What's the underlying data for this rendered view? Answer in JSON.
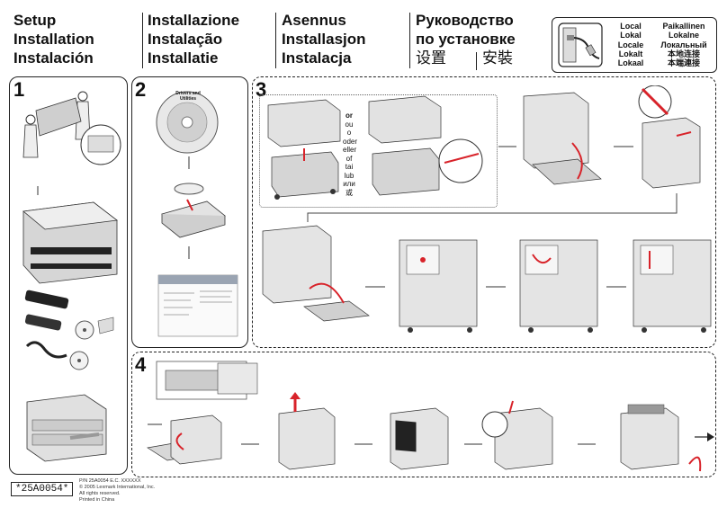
{
  "titles": {
    "col1": [
      "Setup",
      "Installation",
      "Instalación"
    ],
    "col2": [
      "Installazione",
      "Instalação",
      "Installatie"
    ],
    "col3": [
      "Asennus",
      "Installasjon",
      "Instalacja"
    ],
    "col4": [
      "Руководство",
      "по установке"
    ],
    "col4_cn": [
      "设置",
      "安裝"
    ]
  },
  "local_box": {
    "left": [
      "Local",
      "Lokal",
      "Locale",
      "Lokalt",
      "Lokaal"
    ],
    "right": [
      "Paikallinen",
      "Lokalne",
      "Локальный",
      "本地连接",
      "本端連接"
    ],
    "icon": "usb-cable-icon"
  },
  "steps": [
    "1",
    "2",
    "3",
    "4"
  ],
  "step2": {
    "cd_label": "Drivers and Utilities"
  },
  "step3": {
    "or_words": [
      "or",
      "ou",
      "o",
      "oder",
      "eller",
      "of",
      "tai",
      "lub",
      "или",
      "或"
    ]
  },
  "footer": {
    "part_number": "*25A0054*",
    "legal": [
      "P/N 25A0054    E.C. XXXXXX",
      "© 2005 Lexmark International, Inc.",
      "All rights reserved.",
      "Printed in China"
    ]
  },
  "colors": {
    "line": "#222222",
    "gray": "#9a9a9a",
    "accent_red": "#d8232a"
  }
}
